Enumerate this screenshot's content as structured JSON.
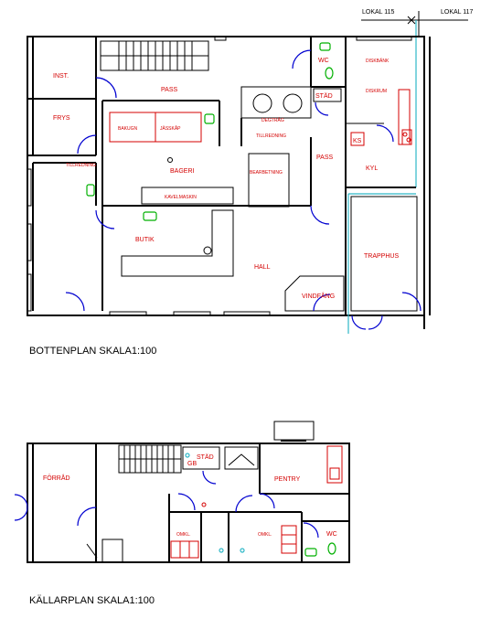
{
  "top_labels": {
    "left": "LOKAL 115",
    "right": "LOKAL 117"
  },
  "ground_floor": {
    "title": "BOTTENPLAN   SKALA1:100",
    "rooms": {
      "inst": "INST.",
      "frys": "FRYS",
      "pass1": "PASS",
      "wc": "WC",
      "diskbank": "DISKBÄNK",
      "diskrum": "DISKRUM",
      "stad": "STÄD",
      "degtrag": "DEGTRÅG",
      "tillredning1": "TILLREDNING",
      "tillredning2": "TILLREDNING",
      "bakugn": "BAKUGN",
      "jasskap": "JÄSSKÅP",
      "ks": "KS",
      "kyl": "KYL",
      "pass2": "PASS",
      "bageri": "BAGERI",
      "bearbetning": "BEARBETNING",
      "kavelmaskin": "KAVELMASKIN",
      "butik": "BUTIK",
      "hall": "HALL",
      "trapphus": "TRAPPHUS",
      "vindfang": "VINDFÅNG"
    }
  },
  "basement": {
    "title": "KÄLLARPLAN   SKALA1:100",
    "rooms": {
      "farrad": "FÖRRÅD",
      "stad": "STÄD",
      "gb": "GB",
      "pentry": "PENTRY",
      "omkl1": "OMKL.",
      "omkl2": "OMKL.",
      "wc": "WC"
    }
  },
  "colors": {
    "walls": "#000000",
    "labels": "#d40000",
    "doors": "#0000d0",
    "sinks": "#00b000",
    "pipes": "#2fb8c8"
  }
}
